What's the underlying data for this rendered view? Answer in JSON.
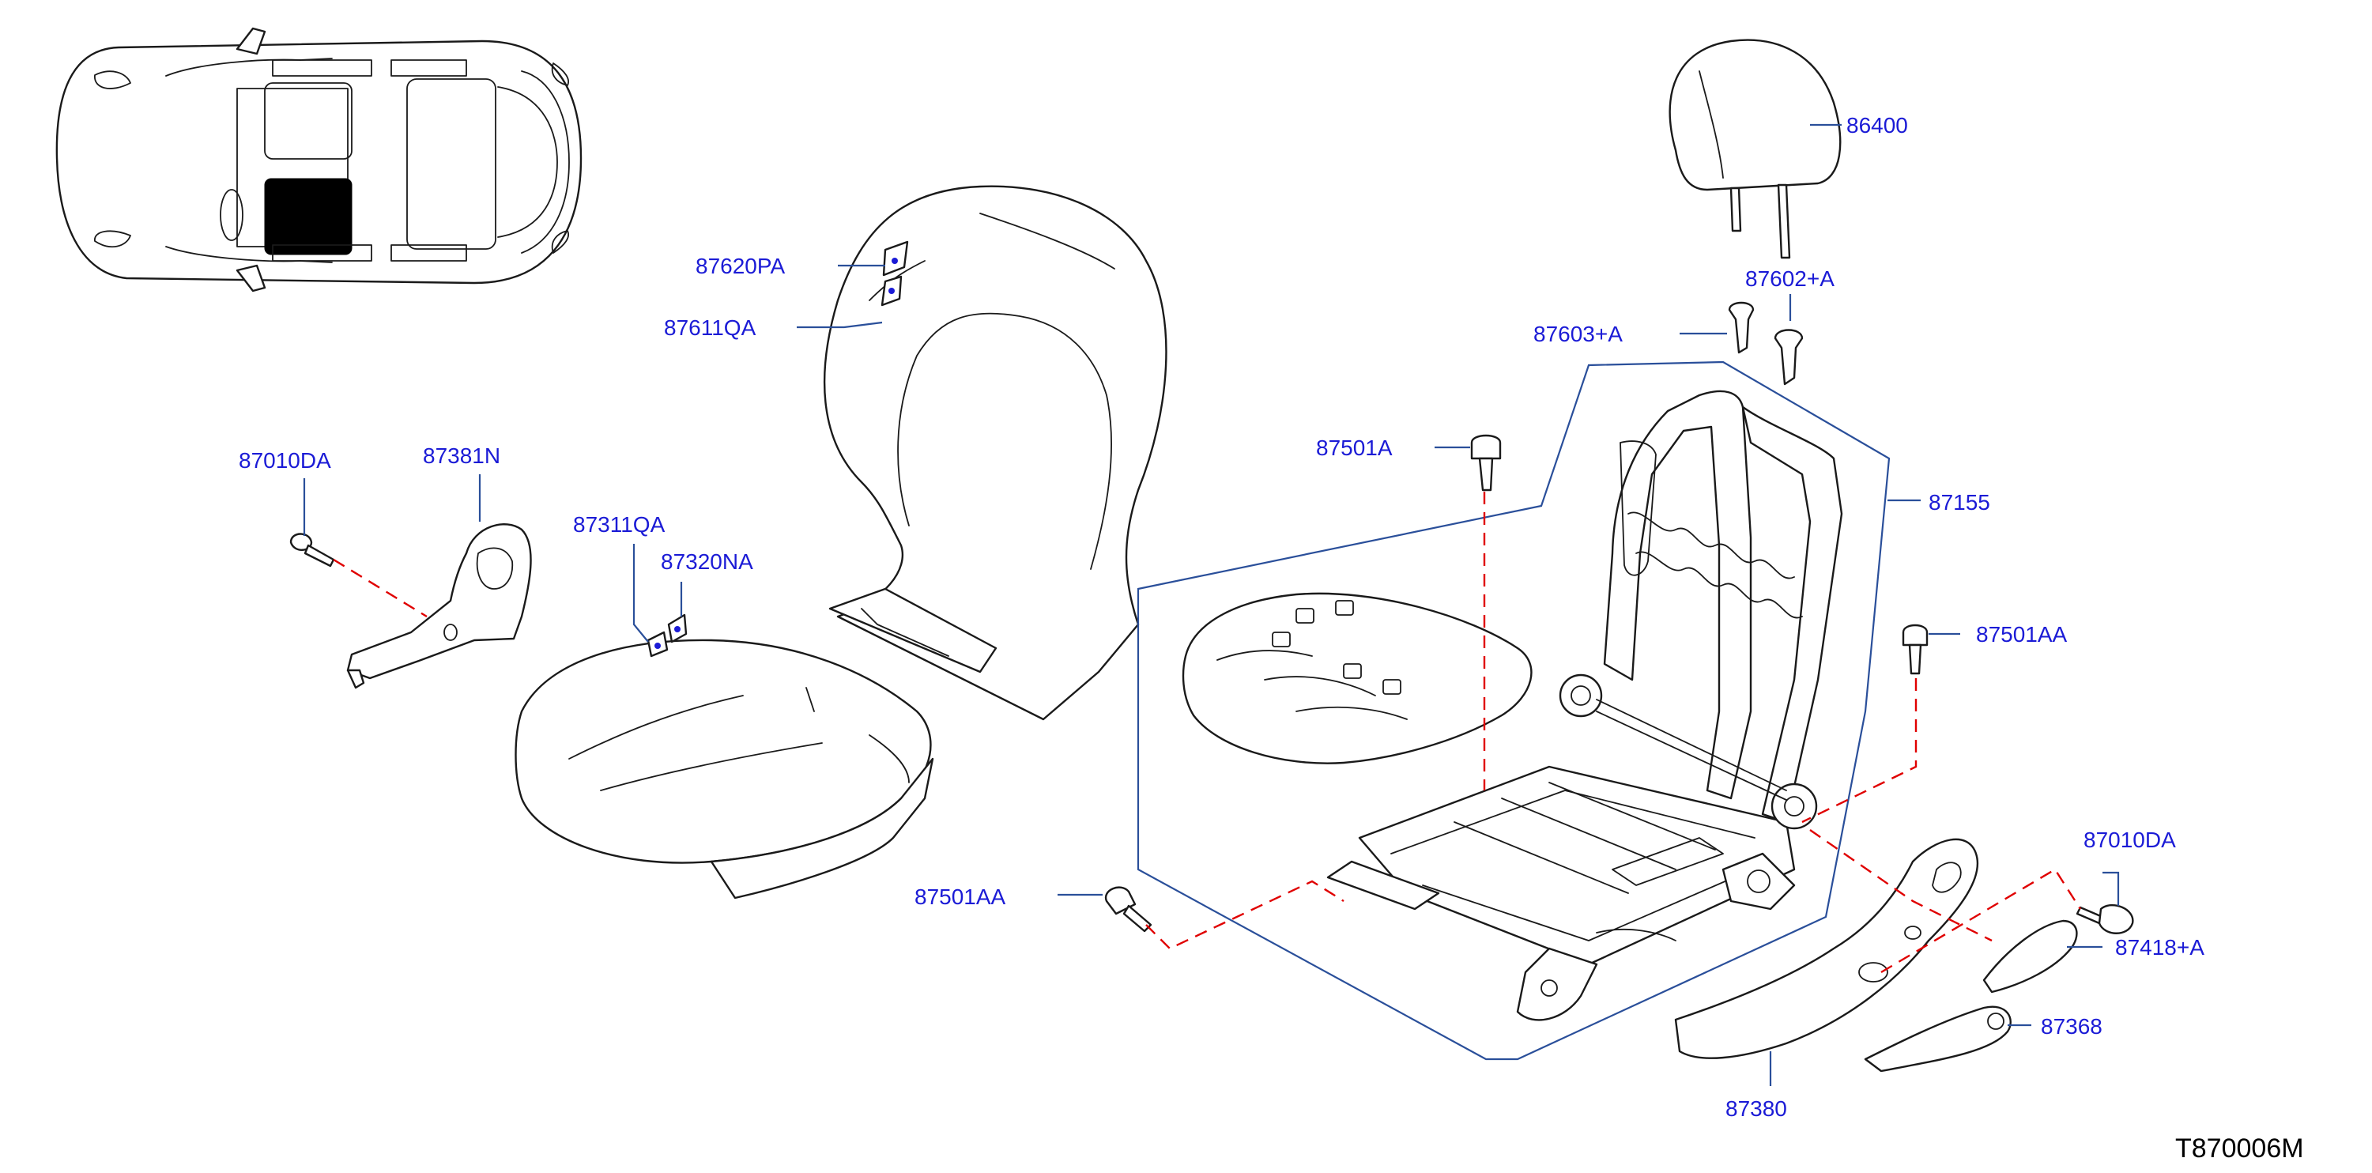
{
  "diagram": {
    "labels": {
      "p86400": "86400",
      "p87602a": "87602+A",
      "p87603a": "87603+A",
      "p87620pa": "87620PA",
      "p87611qa": "87611QA",
      "p87010da_left": "87010DA",
      "p87381n": "87381N",
      "p87311qa": "87311QA",
      "p87320na": "87320NA",
      "p87501a": "87501A",
      "p87155": "87155",
      "p87501aa_right": "87501AA",
      "p87501aa_bottom": "87501AA",
      "p87010da_right": "87010DA",
      "p87418a": "87418+A",
      "p87368": "87368",
      "p87380": "87380"
    },
    "drawing_code": "T870006M",
    "colors": {
      "label_text": "#1b1bd6",
      "leader_line": "#2a4f9a",
      "dashed_guide": "#e00000",
      "outline": "#1a1a1a",
      "locator_fill": "#000000"
    }
  }
}
